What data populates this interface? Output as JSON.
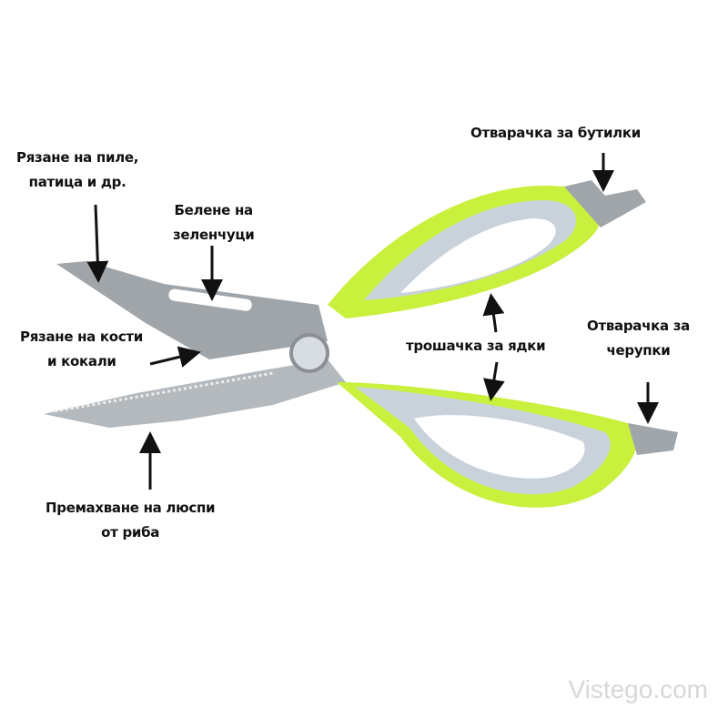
{
  "labels": {
    "poultry": [
      "Рязане на пиле,",
      "патица и др."
    ],
    "peeling": [
      "Белене на",
      "зеленчуци"
    ],
    "bones": [
      "Рязане на кости",
      "и кокали"
    ],
    "fish_scales": [
      "Премахване на люспи",
      "от риба"
    ],
    "bottle_opener": "Отварачка за бутилки",
    "nutcracker": "трошачка за ядки",
    "jar_opener": [
      "Отварачка за",
      "черупки"
    ]
  },
  "watermark": "Vistego.com",
  "colors": {
    "handle_green": "#c8f03c",
    "handle_gray": "#c9d2da",
    "blade": "#9a9fa4"
  }
}
